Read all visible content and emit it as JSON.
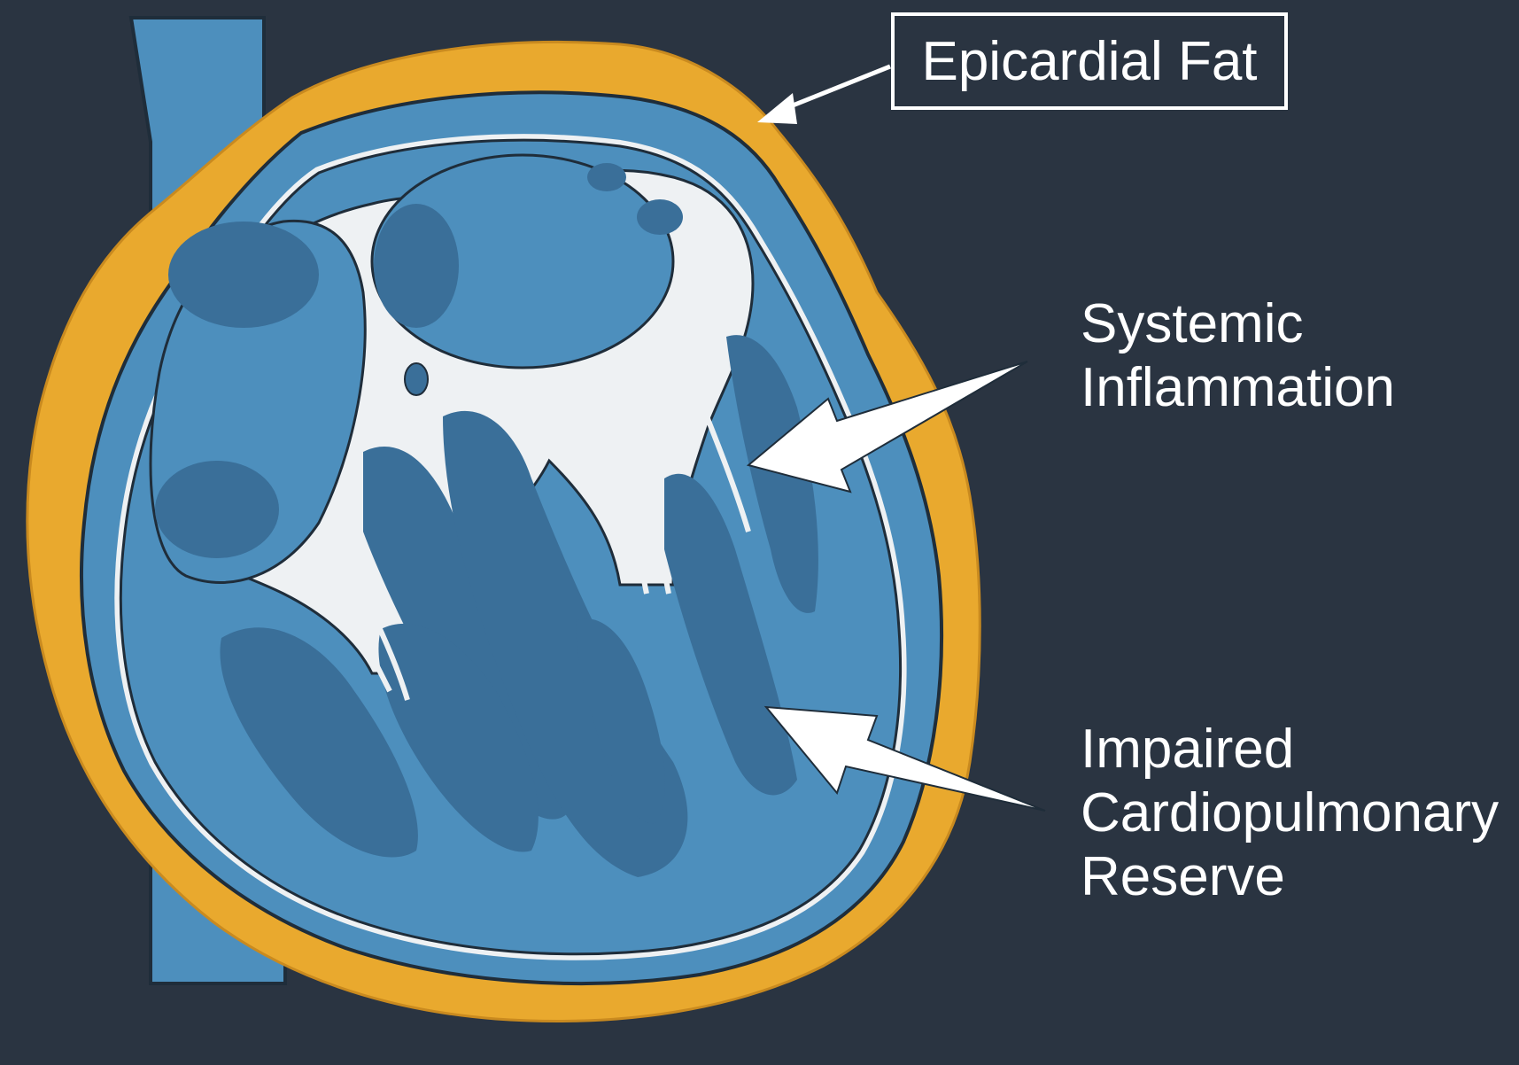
{
  "labels": {
    "epicardial_fat": "Epicardial Fat",
    "inflammation": [
      "Systemic",
      "Inflammation"
    ],
    "reserve": [
      "Impaired",
      "Cardiopulmonary",
      "Reserve"
    ]
  },
  "colors": {
    "background": "#2a3441",
    "fat": "#e9a92e",
    "tissue": "#4d8fbd",
    "tissue_dark": "#3a6f99",
    "chamber": "#2f5f86",
    "valve_white": "#eef1f3",
    "outline": "#1f2d3a",
    "arrow": "#ffffff"
  }
}
